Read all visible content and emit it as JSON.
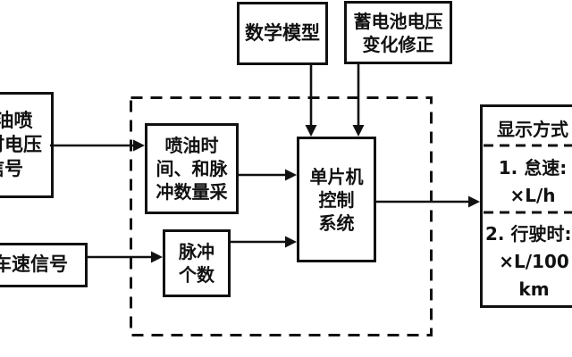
{
  "colors": {
    "ink": "#111111",
    "background": "#ffffff"
  },
  "boxes": {
    "fuel_injection_signal": {
      "label": "燃油喷\n射时电压\n信号"
    },
    "vehicle_speed_signal": {
      "label": "车速信号"
    },
    "math_model": {
      "label": "数学模型"
    },
    "battery_voltage_correction": {
      "label": "蓄电池电压\n变化修正"
    },
    "injection_time_pulse_sampling": {
      "label": "喷油时\n间、和脉\n冲数量采"
    },
    "pulse_count": {
      "label": "脉冲\n个数"
    },
    "mcu_control_system": {
      "label": "单片机\n控制\n系统"
    },
    "display_mode": {
      "header": "显示方式",
      "item1_title": "1. 怠速:",
      "item1_value": "×L/h",
      "item2_title": "2. 行驶时:",
      "item2_value": "×L/100 km"
    }
  },
  "edges": [
    {
      "from": "fuel_injection_signal",
      "to": "injection_time_pulse_sampling"
    },
    {
      "from": "vehicle_speed_signal",
      "to": "pulse_count"
    },
    {
      "from": "injection_time_pulse_sampling",
      "to": "mcu_control_system"
    },
    {
      "from": "pulse_count",
      "to": "mcu_control_system"
    },
    {
      "from": "math_model",
      "to": "mcu_control_system"
    },
    {
      "from": "battery_voltage_correction",
      "to": "mcu_control_system"
    },
    {
      "from": "mcu_control_system",
      "to": "display_mode"
    }
  ]
}
